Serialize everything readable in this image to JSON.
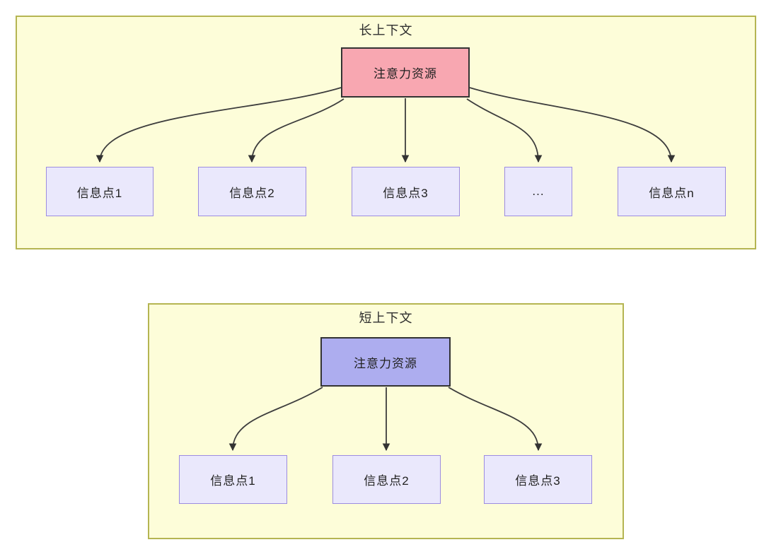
{
  "diagram": {
    "long_context": {
      "title": "长上下文",
      "hub": {
        "label": "注意力资源",
        "fill": "#F8A7B1"
      },
      "points": [
        {
          "label": "信息点1"
        },
        {
          "label": "信息点2"
        },
        {
          "label": "信息点3"
        },
        {
          "label": "..."
        },
        {
          "label": "信息点n"
        }
      ]
    },
    "short_context": {
      "title": "短上下文",
      "hub": {
        "label": "注意力资源",
        "fill": "#ADADEF"
      },
      "points": [
        {
          "label": "信息点1"
        },
        {
          "label": "信息点2"
        },
        {
          "label": "信息点3"
        }
      ]
    },
    "colors": {
      "container_fill": "#FDFDD9",
      "container_border": "#B5B552",
      "hub_border": "#333333",
      "point_fill": "#EAE8FC",
      "point_border": "#9C8CE0",
      "arrow": "#3d3d3d",
      "text": "#222222"
    }
  }
}
